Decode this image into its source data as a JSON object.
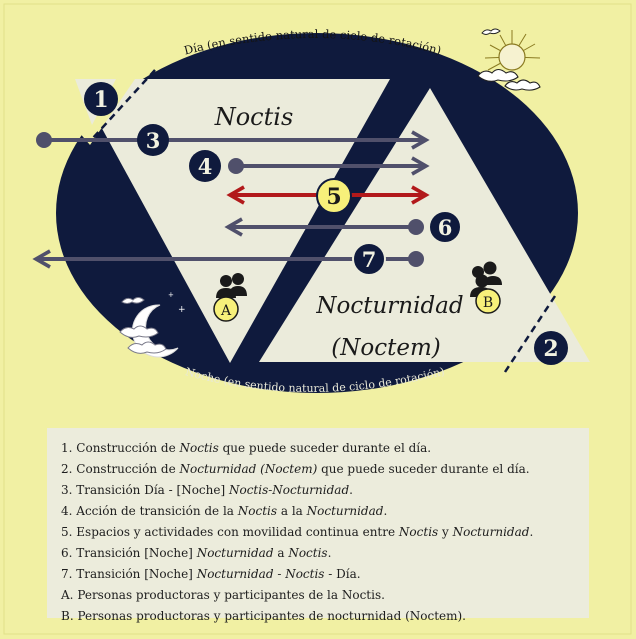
{
  "colors": {
    "background": "#f1f0a3",
    "ellipse": "#0f1a3d",
    "shape": "#ebebdb",
    "arrow_gray": "#50506b",
    "arrow_red": "#b2191b",
    "badge_yellow": "#f7f07a"
  },
  "diagram": {
    "day_label": "Día (en sentido natural de ciclo de rotación)",
    "night_label": "Noche (en sentido natural de ciclo de rotación)",
    "noctis_label": "Noctis",
    "nocturnidad_label": "Nocturnidad",
    "noctem_label": "(Noctem)",
    "markers": [
      "1",
      "2",
      "3",
      "4",
      "5",
      "6",
      "7"
    ],
    "group_a": "A",
    "group_b": "B",
    "icons": [
      "sun-cloud-icon",
      "moon-cloud-icon",
      "people-icon"
    ]
  },
  "legend": [
    {
      "num": "1.",
      "parts": [
        {
          "t": "Construcción de "
        },
        {
          "t": "Noctis",
          "i": true
        },
        {
          "t": " que puede suceder durante el día."
        }
      ]
    },
    {
      "num": "2.",
      "parts": [
        {
          "t": "Construcción de "
        },
        {
          "t": "Nocturnidad  (Noctem)",
          "i": true
        },
        {
          "t": " que puede suceder durante el día."
        }
      ]
    },
    {
      "num": "3.",
      "parts": [
        {
          "t": "Transición Día - [Noche] "
        },
        {
          "t": "Noctis-Nocturnidad",
          "i": true
        },
        {
          "t": "."
        }
      ]
    },
    {
      "num": "4.",
      "parts": [
        {
          "t": "Acción de transición de la "
        },
        {
          "t": "Noctis",
          "i": true
        },
        {
          "t": " a la "
        },
        {
          "t": "Nocturnidad",
          "i": true
        },
        {
          "t": "."
        }
      ]
    },
    {
      "num": "5.",
      "parts": [
        {
          "t": "Espacios y actividades con movilidad continua entre "
        },
        {
          "t": "Noctis",
          "i": true
        },
        {
          "t": " y "
        },
        {
          "t": "Nocturnidad",
          "i": true
        },
        {
          "t": "."
        }
      ]
    },
    {
      "num": "6.",
      "parts": [
        {
          "t": "Transición [Noche] "
        },
        {
          "t": "Nocturnidad",
          "i": true
        },
        {
          "t": " a "
        },
        {
          "t": "Noctis",
          "i": true
        },
        {
          "t": "."
        }
      ]
    },
    {
      "num": "7.",
      "parts": [
        {
          "t": "Transición [Noche] "
        },
        {
          "t": "Nocturnidad - Noctis",
          "i": true
        },
        {
          "t": " - Día."
        }
      ]
    },
    {
      "num": "A.",
      "parts": [
        {
          "t": "Personas productoras y participantes de la Noctis."
        }
      ]
    },
    {
      "num": "B.",
      "parts": [
        {
          "t": "Personas productoras y participantes de nocturnidad (Noctem)."
        }
      ]
    }
  ]
}
